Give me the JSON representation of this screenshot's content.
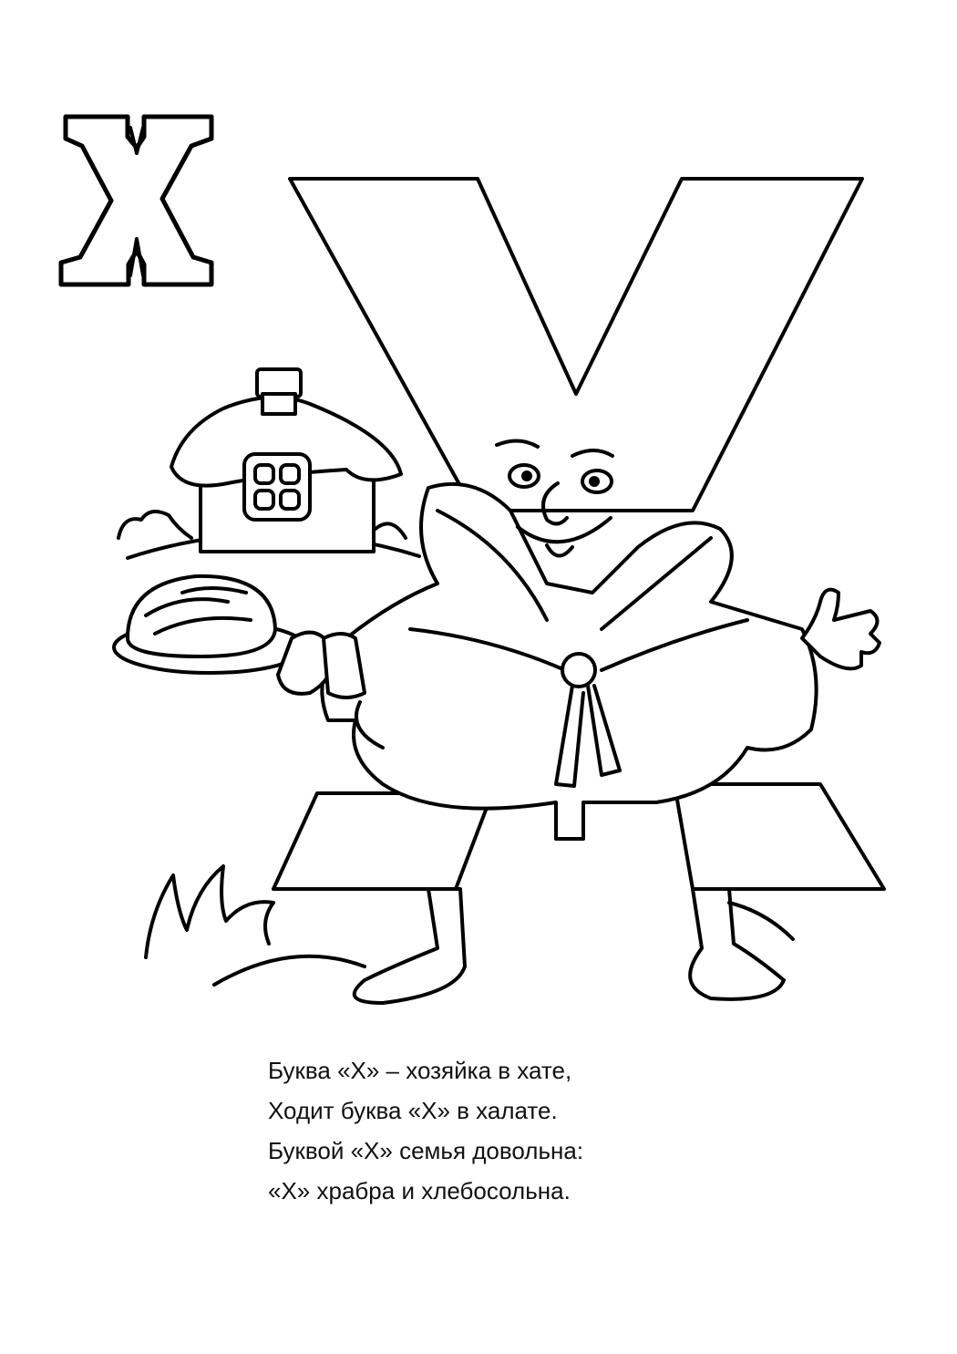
{
  "letter": {
    "glyph": "Х",
    "style": "outlined block letter with arrows"
  },
  "character": {
    "description": "letter Х wearing a bathrobe, holding a loaf of bread",
    "items": [
      "house-icon",
      "bread-loaf-icon",
      "bathrobe-icon",
      "grass-icon"
    ]
  },
  "poem": {
    "lines": [
      "Буква «Х» – хозяйка в хате,",
      "Ходит буква «Х» в халате.",
      "Буквой «Х» семья довольна:",
      "«Х» храбра и хлебосольна."
    ]
  },
  "colors": {
    "ink": "#000000",
    "paper": "#ffffff"
  }
}
